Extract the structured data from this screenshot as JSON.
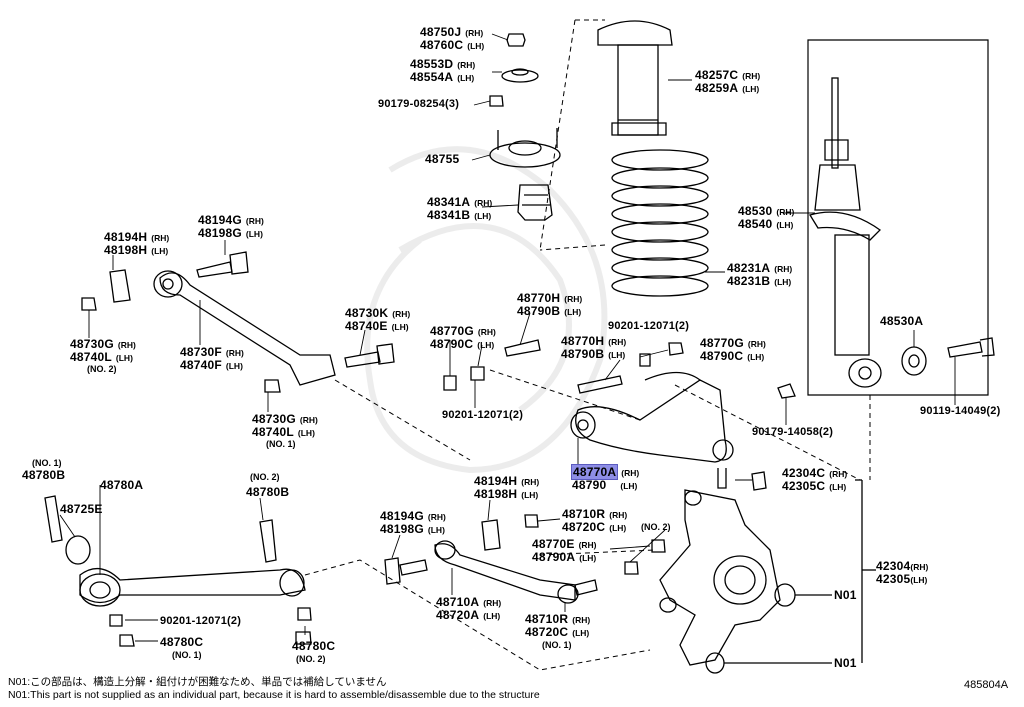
{
  "diagram_id": "485804A",
  "notes": {
    "jp": "N01:この部品は、構造上分解・組付けが困難なため、単品では補給していません",
    "en": "N01:This part is not supplied as an individual part, because it is hard to assemble/disassemble due to the structure"
  },
  "labels": {
    "p48750J": "48750J",
    "p48760C": "48760C",
    "p48553D": "48553D",
    "p48554A": "48554A",
    "p90179_08254": "90179-08254(3)",
    "p48755": "48755",
    "p48341A": "48341A",
    "p48341B": "48341B",
    "p48257C": "48257C",
    "p48259A": "48259A",
    "p48231A": "48231A",
    "p48231B": "48231B",
    "p48530": "48530",
    "p48540": "48540",
    "p48530A": "48530A",
    "p90119_14049": "90119-14049(2)",
    "p48194G_top": "48194G",
    "p48198G_top": "48198G",
    "p48194H_top": "48194H",
    "p48198H_top": "48198H",
    "p48730G_a": "48730G",
    "p48740L_a": "48740L",
    "p48730F": "48730F",
    "p48740F": "48740F",
    "p48730K": "48730K",
    "p48740E": "48740E",
    "p48770G_a": "48770G",
    "p48790C_a": "48790C",
    "p48770H_a": "48770H",
    "p48790B_a": "48790B",
    "p90201_12071_a": "90201-12071(2)",
    "p48770H_b": "48770H",
    "p48790B_b": "48790B",
    "p48770G_b": "48770G",
    "p48790C_b": "48790C",
    "p90201_12071_b": "90201-12071(2)",
    "p48730G_b": "48730G",
    "p48740L_b": "48740L",
    "p90179_14058": "90179-14058(2)",
    "p48770A": "48770A",
    "p48790": "48790",
    "p42304C": "42304C",
    "p42305C": "42305C",
    "p48780B_a": "48780B",
    "p48780A": "48780A",
    "p48725E": "48725E",
    "p48780B_b": "48780B",
    "p48194H_b": "48194H",
    "p48198H_b": "48198H",
    "p48194G_b": "48194G",
    "p48198G_b": "48198G",
    "p48710R_a": "48710R",
    "p48720C_a": "48720C",
    "p48770E": "48770E",
    "p48790A": "48790A",
    "p42304": "42304",
    "p42305": "42305",
    "p90201_12071_c": "90201-12071(2)",
    "p48780C_a": "48780C",
    "p48780C_b": "48780C",
    "p48710A": "48710A",
    "p48720A": "48720A",
    "p48710R_b": "48710R",
    "p48720C_b": "48720C",
    "n01_a": "N01",
    "n01_b": "N01"
  },
  "suffix": {
    "rh": "(RH)",
    "lh": "(LH)",
    "rh_tight": "(RH)",
    "lh_tight": "(LH)"
  },
  "subnotes": {
    "no1": "(NO. 1)",
    "no2": "(NO. 2)"
  },
  "highlight_part": "48770A"
}
